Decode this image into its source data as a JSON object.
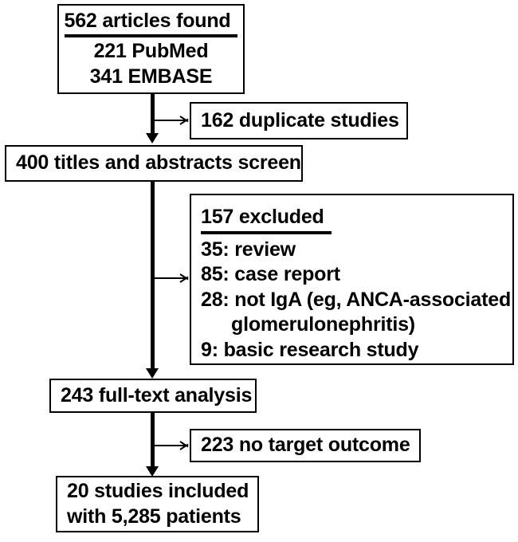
{
  "diagram": {
    "type": "prisma-study-selection-flowchart",
    "nodes": {
      "identified": {
        "header": "562 articles found",
        "line1": "221 PubMed",
        "line2": "341 EMBASE"
      },
      "duplicates": {
        "label": "162 duplicate studies"
      },
      "screened": {
        "label": "400 titles and abstracts screen"
      },
      "excluded": {
        "header": "157 excluded",
        "reason1": "35: review",
        "reason2": "85: case report",
        "reason3": "28: not IgA (eg, ANCA-associated",
        "reason3_cont": "glomerulonephritis)",
        "reason4": "9: basic research study"
      },
      "fulltext": {
        "label": "243 full-text analysis"
      },
      "no_outcome": {
        "label": "223 no target outcome"
      },
      "included": {
        "line1": "20 studies included",
        "line2": "with 5,285 patients"
      }
    },
    "colors": {
      "stroke": "#000000",
      "fill": "#ffffff",
      "text": "#000000"
    }
  }
}
